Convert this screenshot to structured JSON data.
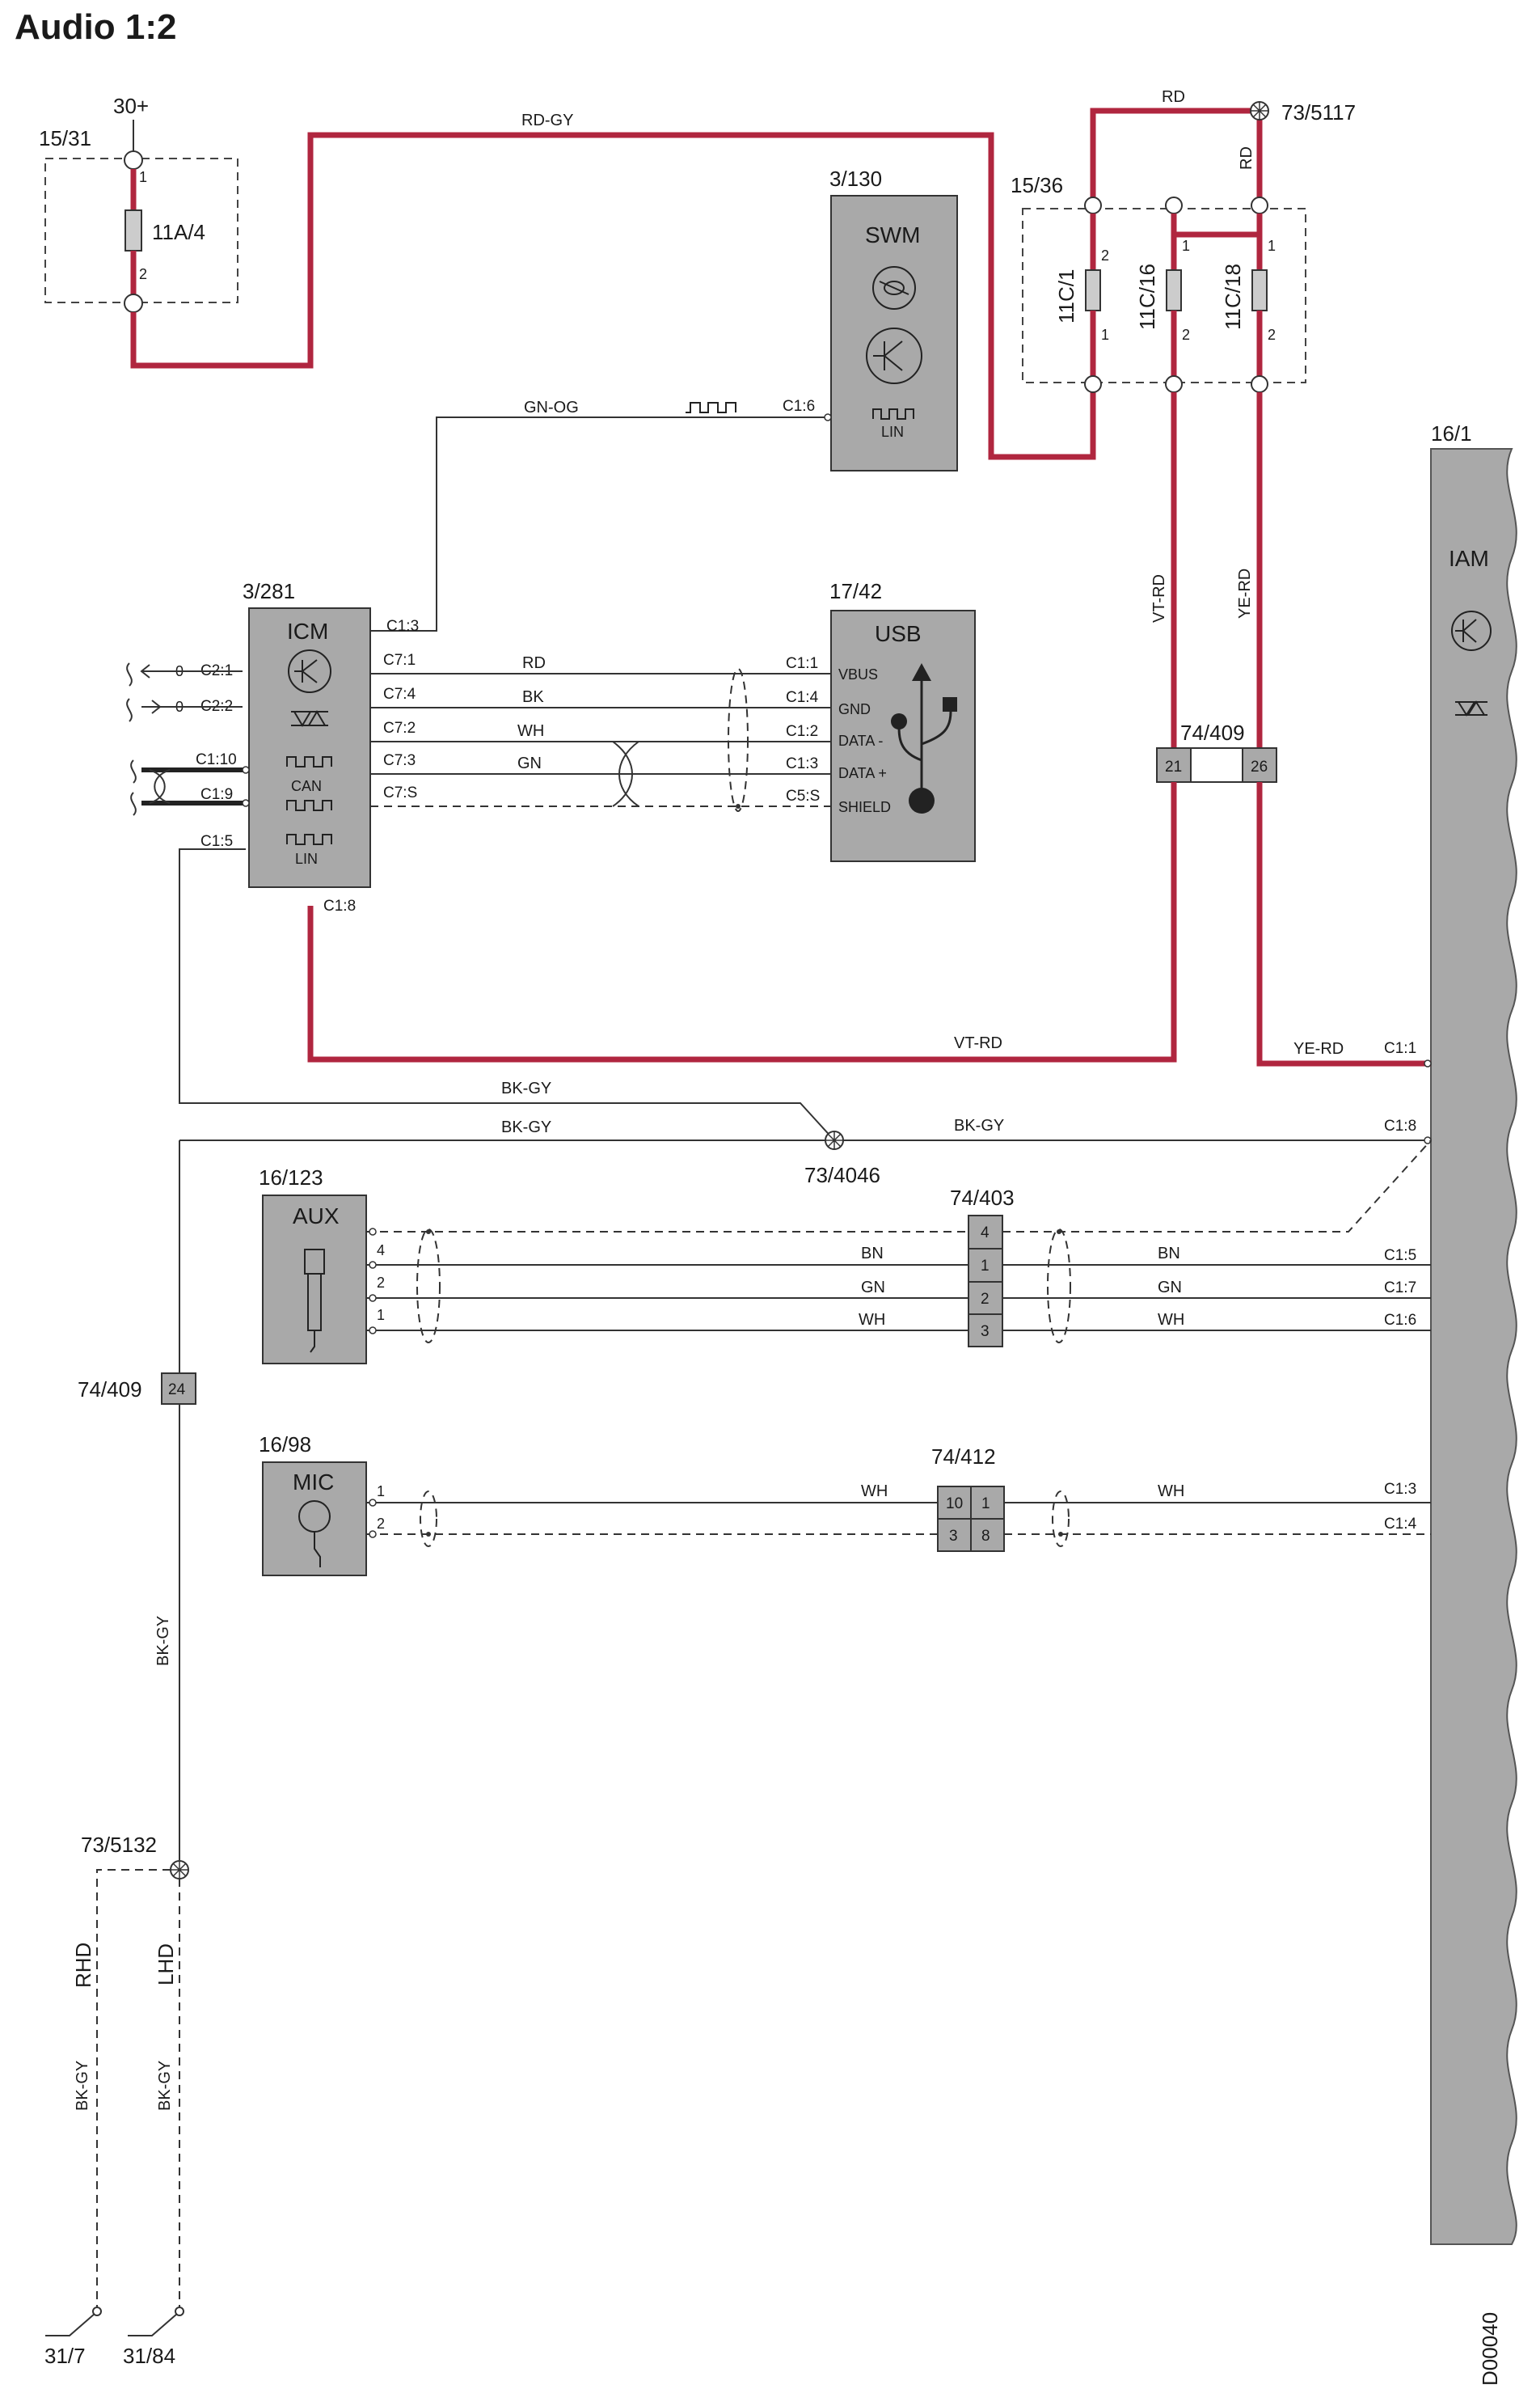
{
  "title": "Audio 1:2",
  "doc_id": "D00040",
  "refs": {
    "r30": "30+",
    "r1531": "15/31",
    "r3130": "3/130",
    "r1536": "15/36",
    "r735117": "73/5117",
    "r161": "16/1",
    "r3281": "3/281",
    "r1742": "17/42",
    "r74409a": "74/409",
    "r734046": "73/4046",
    "r16123": "16/123",
    "r74403": "74/403",
    "r74409b": "74/409",
    "r1698": "16/98",
    "r74412": "74/412",
    "r735132": "73/5132",
    "r317": "31/7",
    "r3184": "31/84"
  },
  "components": {
    "fuse_main": "11A/4",
    "fuse_11c1": "11C/1",
    "fuse_11c16": "11C/16",
    "fuse_11c18": "11C/18",
    "swm": "SWM",
    "swm_lin": "LIN",
    "icm": "ICM",
    "icm_can": "CAN",
    "icm_lin": "LIN",
    "usb": "USB",
    "iam": "IAM",
    "aux": "AUX",
    "mic": "MIC",
    "rhd": "RHD",
    "lhd": "LHD"
  },
  "wires": {
    "rd_gy": "RD-GY",
    "rd": "RD",
    "gn_og": "GN-OG",
    "vt_rd_v": "VT-RD",
    "ye_rd_v": "YE-RD",
    "vt_rd_h": "VT-RD",
    "ye_rd_h": "YE-RD",
    "usb_rd": "RD",
    "usb_bk": "BK",
    "usb_wh": "WH",
    "usb_gn": "GN",
    "bk_gy_1": "BK-GY",
    "bk_gy_2": "BK-GY",
    "bk_gy_3": "BK-GY",
    "bk_gy_v": "BK-GY",
    "bk_gy_rhd": "BK-GY",
    "bk_gy_lhd": "BK-GY",
    "aux_bn_l": "BN",
    "aux_gn_l": "GN",
    "aux_wh_l": "WH",
    "aux_bn_r": "BN",
    "aux_gn_r": "GN",
    "aux_wh_r": "WH",
    "mic_wh_l": "WH",
    "mic_wh_r": "WH"
  },
  "pins": {
    "fuse_top": "1",
    "fuse_bot": "2",
    "f11c1_top": "2",
    "f11c1_bot": "1",
    "f11c16_top": "1",
    "f11c16_bot": "2",
    "f11c18_top": "1",
    "f11c18_bot": "2",
    "swm_c16": "C1:6",
    "icm_c13": "C1:3",
    "icm_c71": "C7:1",
    "icm_c74": "C7:4",
    "icm_c72": "C7:2",
    "icm_c73": "C7:3",
    "icm_c7s": "C7:S",
    "icm_c21": "C2:1",
    "icm_c22": "C2:2",
    "icm_c110": "C1:10",
    "icm_c19": "C1:9",
    "icm_c15": "C1:5",
    "icm_c18": "C1:8",
    "usb_c11": "C1:1",
    "usb_c14": "C1:4",
    "usb_c12": "C1:2",
    "usb_c13": "C1:3",
    "usb_c5s": "C5:S",
    "usb_vbus": "VBUS",
    "usb_gnd": "GND",
    "usb_dm": "DATA -",
    "usb_dp": "DATA +",
    "usb_shield": "SHIELD",
    "iam_c11": "C1:1",
    "iam_c18": "C1:8",
    "iam_c15": "C1:5",
    "iam_c17": "C1:7",
    "iam_c16": "C1:6",
    "iam_c13": "C1:3",
    "iam_c14": "C1:4",
    "c409_21": "21",
    "c409_26": "26",
    "c409_24": "24",
    "c403_4": "4",
    "c403_1": "1",
    "c403_2": "2",
    "c403_3": "3",
    "aux_p4": "4",
    "aux_p2": "2",
    "aux_p1": "1",
    "c412_10": "10",
    "c412_1": "1",
    "c412_3": "3",
    "c412_8": "8",
    "mic_p1": "1",
    "mic_p2": "2",
    "icm_zero1": "0",
    "icm_zero2": "0"
  },
  "colors": {
    "power_wire": "#b0263f",
    "component_fill": "#a9a9a9",
    "iam_fill": "#a9a9a9"
  }
}
